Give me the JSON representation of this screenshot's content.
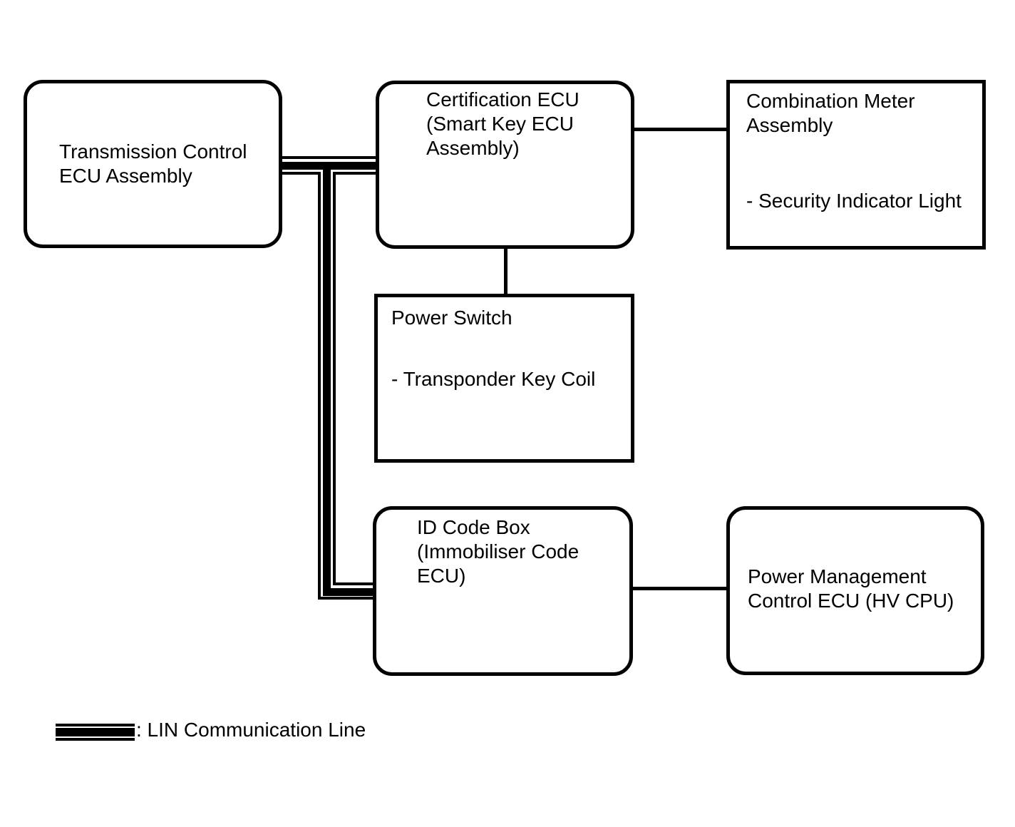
{
  "colors": {
    "background": "#ffffff",
    "line": "#000000",
    "text": "#000000"
  },
  "nodes": {
    "transmission": {
      "label": "Transmission Control\nECU Assembly",
      "shape": "rounded"
    },
    "certification": {
      "label": "Certification ECU\n(Smart Key ECU\nAssembly)",
      "shape": "rounded"
    },
    "combination_meter": {
      "label": "Combination Meter\nAssembly",
      "detail": "- Security Indicator Light",
      "shape": "rectangle"
    },
    "power_switch": {
      "label": "Power Switch",
      "detail": "- Transponder Key Coil",
      "shape": "rectangle"
    },
    "id_code_box": {
      "label": "ID Code Box\n(Immobiliser Code\nECU)",
      "shape": "rounded"
    },
    "power_management": {
      "label": "Power Management\nControl ECU (HV CPU)",
      "shape": "rounded"
    }
  },
  "connections": [
    {
      "from": "Transmission Control ECU Assembly",
      "to": "Certification ECU (Smart Key ECU Assembly)",
      "style": "LIN Communication Line"
    },
    {
      "from": "Certification ECU (Smart Key ECU Assembly)",
      "to": "ID Code Box (Immobiliser Code ECU)",
      "style": "LIN Communication Line"
    },
    {
      "from": "Certification ECU (Smart Key ECU Assembly)",
      "to": "Combination Meter Assembly",
      "style": "plain"
    },
    {
      "from": "Certification ECU (Smart Key ECU Assembly)",
      "to": "Power Switch",
      "style": "plain"
    },
    {
      "from": "ID Code Box (Immobiliser Code ECU)",
      "to": "Power Management Control ECU (HV CPU)",
      "style": "plain"
    }
  ],
  "legend": {
    "label": ": LIN Communication Line",
    "symbol": "lin-line-sample"
  }
}
